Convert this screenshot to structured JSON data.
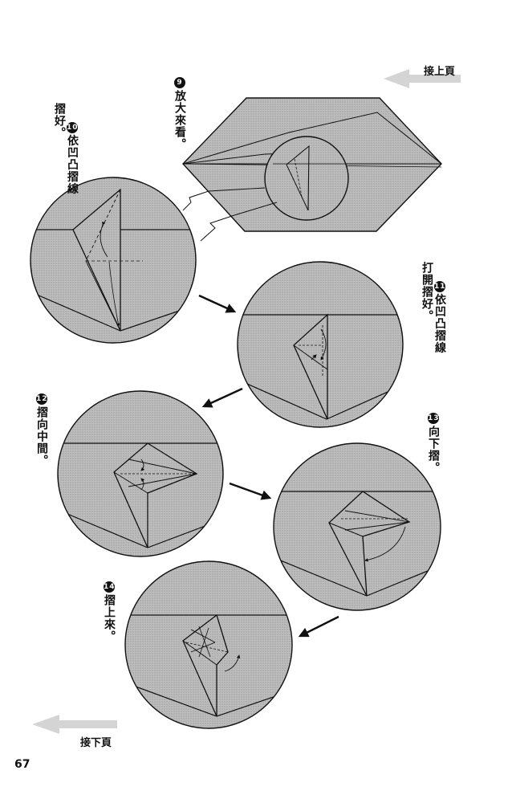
{
  "nav": {
    "continue_from_label": "接上頁",
    "continue_to_label": "接下頁"
  },
  "page_number": "67",
  "steps": [
    {
      "number": "9",
      "text": "放大來看。"
    },
    {
      "number": "10",
      "text": "依凹凸摺線\n摺好。"
    },
    {
      "number": "11",
      "text": "依凹凸摺線\n打開摺好。"
    },
    {
      "number": "12",
      "text": "摺向中間。"
    },
    {
      "number": "13",
      "text": "向下摺。"
    },
    {
      "number": "14",
      "text": "摺上來。"
    }
  ],
  "colors": {
    "paper_fill": "#b5b5b5",
    "line": "#111111",
    "arrow_gray": "#cfcfcf"
  }
}
